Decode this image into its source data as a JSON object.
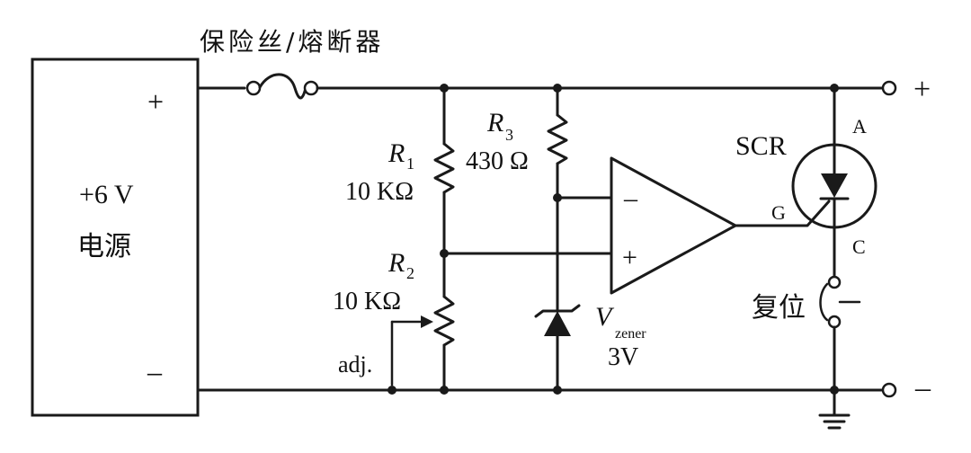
{
  "labels": {
    "fuse": "保险丝/熔断器",
    "supply_voltage": "+6 V",
    "supply_name": "电源",
    "supply_plus": "+",
    "supply_minus": "–",
    "r1_name": "R",
    "r1_sub": "1",
    "r1_value": "10 KΩ",
    "r2_name": "R",
    "r2_sub": "2",
    "r2_value": "10 KΩ",
    "r3_name": "R",
    "r3_sub": "3",
    "r3_value": "430 Ω",
    "adj": "adj.",
    "opamp_minus": "–",
    "opamp_plus": "+",
    "zener_name": "V",
    "zener_sub": "zener",
    "zener_value": "3V",
    "scr": "SCR",
    "anode": "A",
    "gate": "G",
    "cathode": "C",
    "reset": "复位",
    "out_plus": "+",
    "out_minus": "–"
  }
}
